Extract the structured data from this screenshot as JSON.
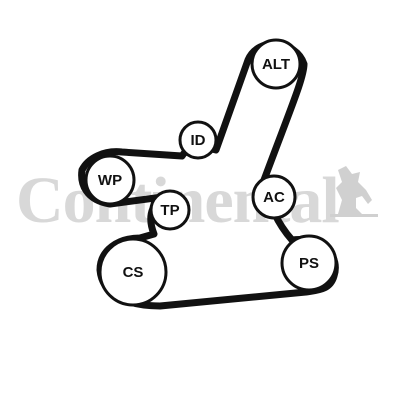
{
  "watermark": {
    "brand": "Continental",
    "logo_icon": "rearing-horse-icon",
    "color": "#d8d8d8"
  },
  "belt": {
    "color": "#111111"
  },
  "pulleys": [
    {
      "id": "alt",
      "label": "ALT",
      "icon": "pulley-icon"
    },
    {
      "id": "id",
      "label": "ID",
      "icon": "pulley-icon"
    },
    {
      "id": "wp",
      "label": "WP",
      "icon": "pulley-icon"
    },
    {
      "id": "tp",
      "label": "TP",
      "icon": "pulley-icon"
    },
    {
      "id": "ac",
      "label": "AC",
      "icon": "pulley-icon"
    },
    {
      "id": "cs",
      "label": "CS",
      "icon": "pulley-icon"
    },
    {
      "id": "ps",
      "label": "PS",
      "icon": "pulley-icon"
    }
  ]
}
